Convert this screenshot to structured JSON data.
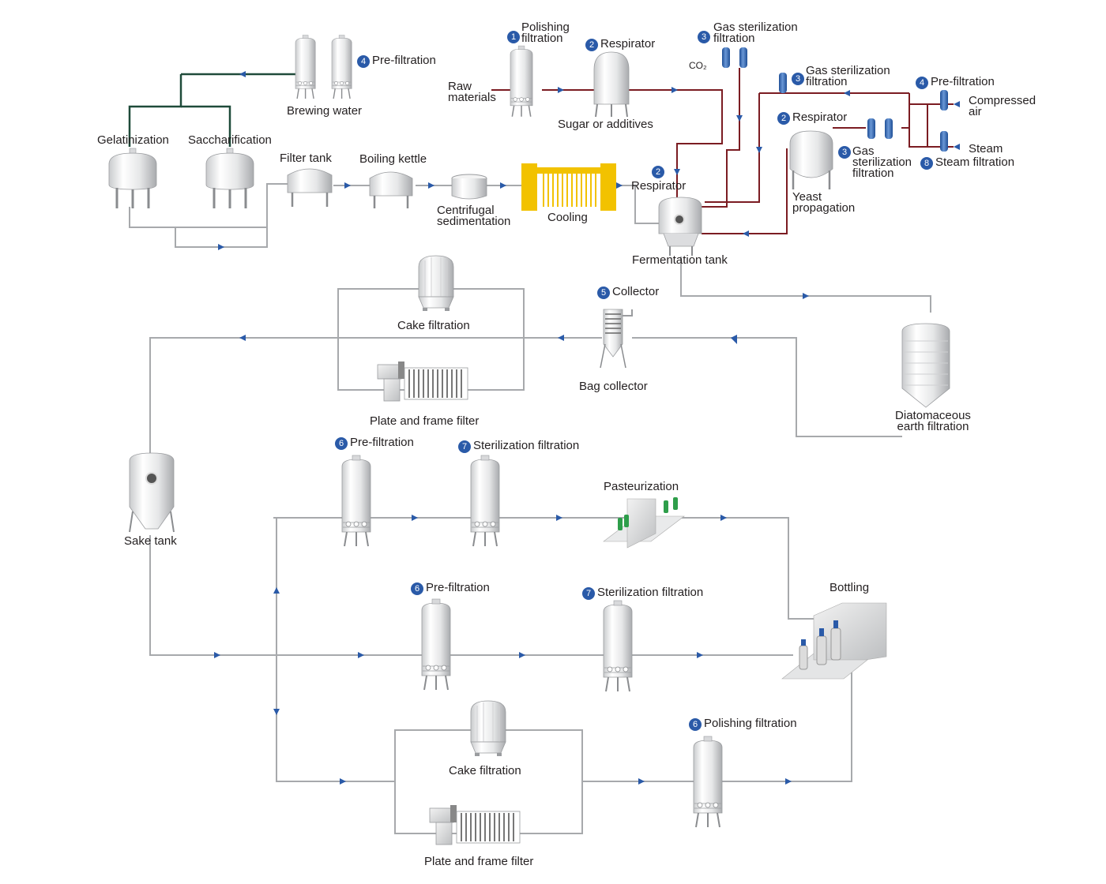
{
  "colors": {
    "pipe_gray": "#a7a9ac",
    "pipe_red": "#7b1c22",
    "pipe_green": "#1f4b3a",
    "arrow_blue": "#2a5aa8",
    "filter_blue": "#3e6fb5",
    "cooler_yellow": "#f2c200"
  },
  "labels": {
    "polishing_top": "Polishing filtration",
    "respirator_top": "Respirator",
    "gas_steril_top": "Gas sterilization filtration",
    "co2": "CO₂",
    "pre_filtration_top": "Pre-filtration",
    "raw_materials": "Raw materials",
    "sugar": "Sugar or additives",
    "brewing_water": "Brewing water",
    "gas_steril_mid": "Gas sterilization filtration",
    "pre_filtration_right": "Pre-filtration",
    "compressed_air": "Compressed air",
    "respirator_right": "Respirator",
    "gas_steril_small": "Gas sterilization filtration",
    "steam": "Steam",
    "steam_filtration": "Steam filtration",
    "yeast": "Yeast propagation",
    "gelatinization": "Gelatinization",
    "saccharification": "Saccharification",
    "filter_tank": "Filter tank",
    "boiling_kettle": "Boiling kettle",
    "centrifugal": "Centrifugal sedimentation",
    "cooling": "Cooling",
    "respirator_ferm": "Respirator",
    "fermentation": "Fermentation tank",
    "collector": "Collector",
    "cake_filtration_1": "Cake filtration",
    "bag_collector": "Bag collector",
    "plate_frame_1": "Plate and frame filter",
    "diatomaceous": "Diatomaceous earth filtration",
    "pre_filtration_6a": "Pre-filtration",
    "steril_7a": "Sterilization filtration",
    "pasteurization": "Pasteurization",
    "sake_tank": "Sake tank",
    "pre_filtration_6b": "Pre-filtration",
    "steril_7b": "Sterilization filtration",
    "bottling": "Bottling",
    "polishing_6": "Polishing filtration",
    "cake_filtration_2": "Cake filtration",
    "plate_frame_2": "Plate and frame filter"
  },
  "badges": {
    "b1": "1",
    "b2": "2",
    "b3": "3",
    "b4": "4",
    "b5": "5",
    "b6": "6",
    "b7": "7",
    "b8": "8"
  }
}
